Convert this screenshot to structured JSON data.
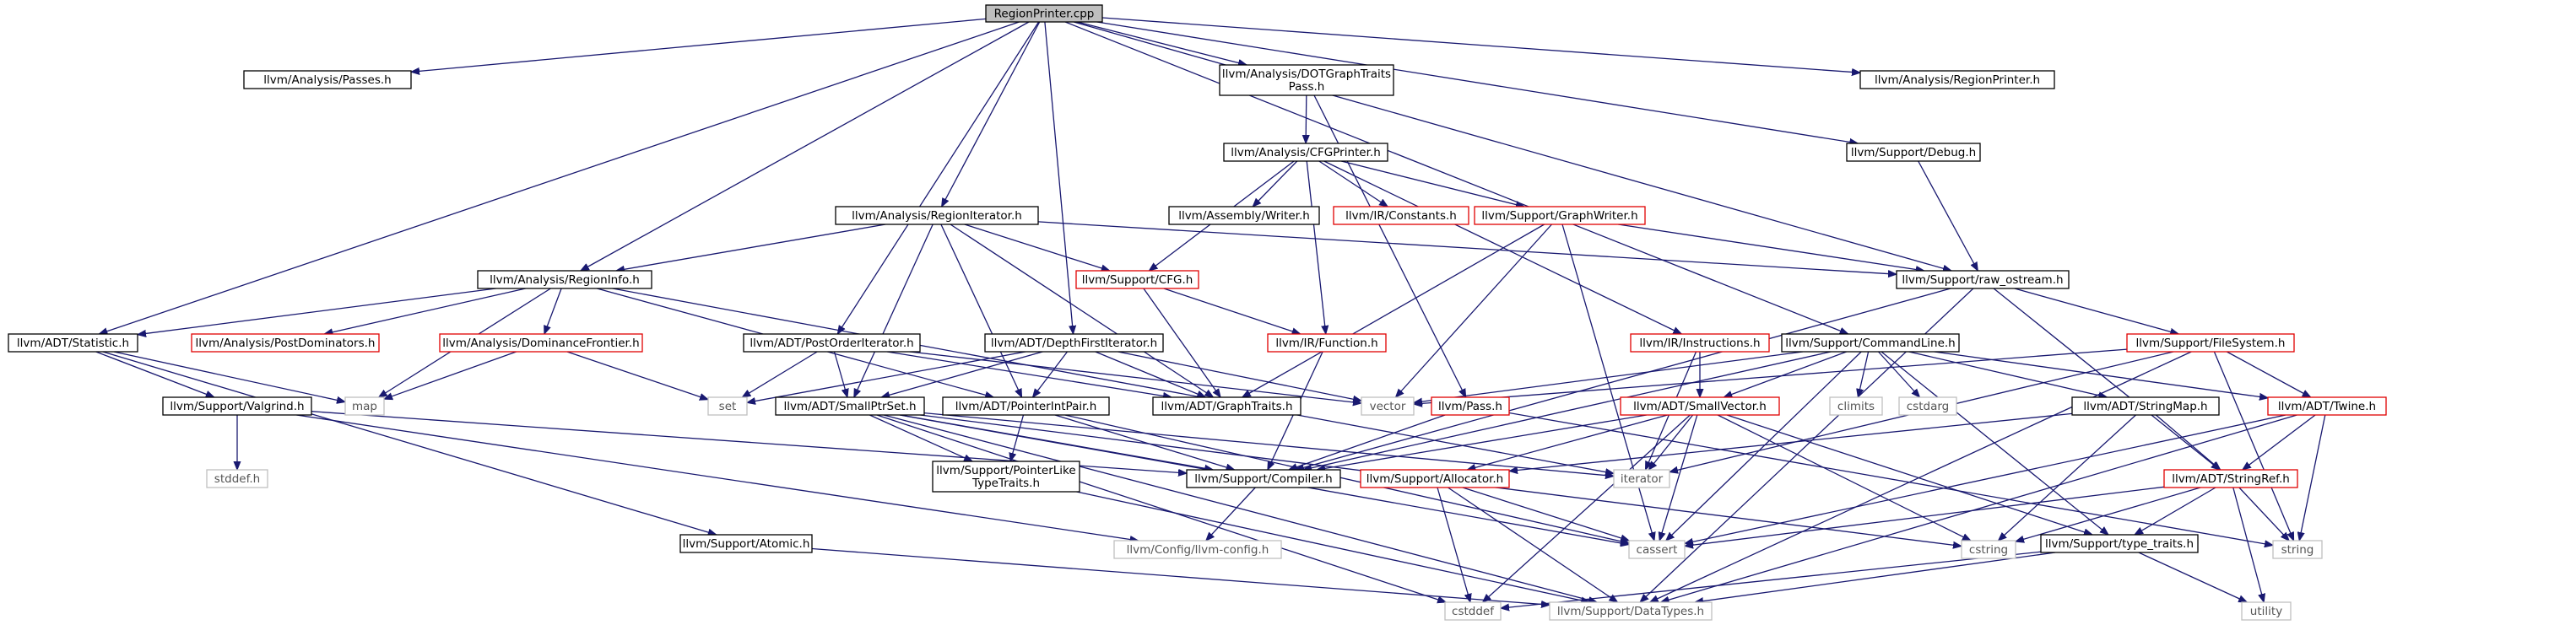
{
  "colors": {
    "edge": "#191970",
    "border_documented": "#000000",
    "border_undocumented": "#e00000",
    "border_external": "#bfbfbf",
    "root_fill": "#bfbfbf"
  },
  "nodes": [
    {
      "id": "root",
      "lines": [
        "RegionPrinter.cpp"
      ],
      "style": "root"
    },
    {
      "id": "passes",
      "lines": [
        "llvm/Analysis/Passes.h"
      ],
      "style": "black"
    },
    {
      "id": "dotgt",
      "lines": [
        "llvm/Analysis/DOTGraphTraits",
        "Pass.h"
      ],
      "style": "black"
    },
    {
      "id": "rprinter",
      "lines": [
        "llvm/Analysis/RegionPrinter.h"
      ],
      "style": "black"
    },
    {
      "id": "cfgprinter",
      "lines": [
        "llvm/Analysis/CFGPrinter.h"
      ],
      "style": "black"
    },
    {
      "id": "debug",
      "lines": [
        "llvm/Support/Debug.h"
      ],
      "style": "black"
    },
    {
      "id": "asmwriter",
      "lines": [
        "llvm/Assembly/Writer.h"
      ],
      "style": "black"
    },
    {
      "id": "constants",
      "lines": [
        "llvm/IR/Constants.h"
      ],
      "style": "red"
    },
    {
      "id": "graphwriter",
      "lines": [
        "llvm/Support/GraphWriter.h"
      ],
      "style": "red"
    },
    {
      "id": "regioniter",
      "lines": [
        "llvm/Analysis/RegionIterator.h"
      ],
      "style": "black"
    },
    {
      "id": "cfg",
      "lines": [
        "llvm/Support/CFG.h"
      ],
      "style": "red"
    },
    {
      "id": "rawostream",
      "lines": [
        "llvm/Support/raw_ostream.h"
      ],
      "style": "black"
    },
    {
      "id": "regioninfo",
      "lines": [
        "llvm/Analysis/RegionInfo.h"
      ],
      "style": "black"
    },
    {
      "id": "function",
      "lines": [
        "llvm/IR/Function.h"
      ],
      "style": "red"
    },
    {
      "id": "statistic",
      "lines": [
        "llvm/ADT/Statistic.h"
      ],
      "style": "black"
    },
    {
      "id": "postdom",
      "lines": [
        "llvm/Analysis/PostDominators.h"
      ],
      "style": "red"
    },
    {
      "id": "domfrontier",
      "lines": [
        "llvm/Analysis/DominanceFrontier.h"
      ],
      "style": "red"
    },
    {
      "id": "poiter",
      "lines": [
        "llvm/ADT/PostOrderIterator.h"
      ],
      "style": "black"
    },
    {
      "id": "dfiter",
      "lines": [
        "llvm/ADT/DepthFirstIterator.h"
      ],
      "style": "black"
    },
    {
      "id": "instructions",
      "lines": [
        "llvm/IR/Instructions.h"
      ],
      "style": "red"
    },
    {
      "id": "cmdline",
      "lines": [
        "llvm/Support/CommandLine.h"
      ],
      "style": "black"
    },
    {
      "id": "filesystem",
      "lines": [
        "llvm/Support/FileSystem.h"
      ],
      "style": "red"
    },
    {
      "id": "map",
      "lines": [
        "map"
      ],
      "style": "gray"
    },
    {
      "id": "set",
      "lines": [
        "set"
      ],
      "style": "gray"
    },
    {
      "id": "smallptrset",
      "lines": [
        "llvm/ADT/SmallPtrSet.h"
      ],
      "style": "black"
    },
    {
      "id": "pointerintpair",
      "lines": [
        "llvm/ADT/PointerIntPair.h"
      ],
      "style": "black"
    },
    {
      "id": "graphtraits",
      "lines": [
        "llvm/ADT/GraphTraits.h"
      ],
      "style": "black"
    },
    {
      "id": "vector",
      "lines": [
        "vector"
      ],
      "style": "gray"
    },
    {
      "id": "pass",
      "lines": [
        "llvm/Pass.h"
      ],
      "style": "red"
    },
    {
      "id": "smallvector",
      "lines": [
        "llvm/ADT/SmallVector.h"
      ],
      "style": "red"
    },
    {
      "id": "climits",
      "lines": [
        "climits"
      ],
      "style": "gray"
    },
    {
      "id": "cstdarg",
      "lines": [
        "cstdarg"
      ],
      "style": "gray"
    },
    {
      "id": "stringmap",
      "lines": [
        "llvm/ADT/StringMap.h"
      ],
      "style": "black"
    },
    {
      "id": "twine",
      "lines": [
        "llvm/ADT/Twine.h"
      ],
      "style": "red"
    },
    {
      "id": "valgrind",
      "lines": [
        "llvm/Support/Valgrind.h"
      ],
      "style": "black"
    },
    {
      "id": "stddef",
      "lines": [
        "stddef.h"
      ],
      "style": "gray"
    },
    {
      "id": "compiler",
      "lines": [
        "llvm/Support/Compiler.h"
      ],
      "style": "black"
    },
    {
      "id": "ptrliketraits",
      "lines": [
        "llvm/Support/PointerLike",
        "TypeTraits.h"
      ],
      "style": "black"
    },
    {
      "id": "allocator",
      "lines": [
        "llvm/Support/Allocator.h"
      ],
      "style": "red"
    },
    {
      "id": "iterator",
      "lines": [
        "iterator"
      ],
      "style": "gray"
    },
    {
      "id": "stringref",
      "lines": [
        "llvm/ADT/StringRef.h"
      ],
      "style": "red"
    },
    {
      "id": "atomic",
      "lines": [
        "llvm/Support/Atomic.h"
      ],
      "style": "black"
    },
    {
      "id": "llvmconfig",
      "lines": [
        "llvm/Config/llvm-config.h"
      ],
      "style": "gray"
    },
    {
      "id": "cassert",
      "lines": [
        "cassert"
      ],
      "style": "gray"
    },
    {
      "id": "cstring",
      "lines": [
        "cstring"
      ],
      "style": "gray"
    },
    {
      "id": "typetraits",
      "lines": [
        "llvm/Support/type_traits.h"
      ],
      "style": "black"
    },
    {
      "id": "string",
      "lines": [
        "string"
      ],
      "style": "gray"
    },
    {
      "id": "cstddef",
      "lines": [
        "cstddef"
      ],
      "style": "gray"
    },
    {
      "id": "datatypes",
      "lines": [
        "llvm/Support/DataTypes.h"
      ],
      "style": "gray"
    },
    {
      "id": "utility",
      "lines": [
        "utility"
      ],
      "style": "gray"
    }
  ],
  "edges": [
    [
      "root",
      "passes"
    ],
    [
      "root",
      "dotgt"
    ],
    [
      "root",
      "rprinter"
    ],
    [
      "root",
      "debug"
    ],
    [
      "root",
      "regioniter"
    ],
    [
      "root",
      "regioninfo"
    ],
    [
      "root",
      "statistic"
    ],
    [
      "root",
      "poiter"
    ],
    [
      "root",
      "dfiter"
    ],
    [
      "root",
      "cmdline"
    ],
    [
      "root",
      "rawostream"
    ],
    [
      "dotgt",
      "cfgprinter"
    ],
    [
      "dotgt",
      "pass"
    ],
    [
      "cfgprinter",
      "asmwriter"
    ],
    [
      "cfgprinter",
      "constants"
    ],
    [
      "cfgprinter",
      "graphwriter"
    ],
    [
      "cfgprinter",
      "cfg"
    ],
    [
      "cfgprinter",
      "function"
    ],
    [
      "cfgprinter",
      "instructions"
    ],
    [
      "debug",
      "rawostream"
    ],
    [
      "regioniter",
      "regioninfo"
    ],
    [
      "regioniter",
      "cfg"
    ],
    [
      "regioniter",
      "graphtraits"
    ],
    [
      "regioniter",
      "smallptrset"
    ],
    [
      "regioniter",
      "pointerintpair"
    ],
    [
      "regioniter",
      "rawostream"
    ],
    [
      "graphwriter",
      "rawostream"
    ],
    [
      "graphwriter",
      "graphtraits"
    ],
    [
      "graphwriter",
      "vector"
    ],
    [
      "graphwriter",
      "cassert"
    ],
    [
      "cfg",
      "function"
    ],
    [
      "cfg",
      "graphtraits"
    ],
    [
      "rawostream",
      "filesystem"
    ],
    [
      "rawostream",
      "compiler"
    ],
    [
      "rawostream",
      "stringref"
    ],
    [
      "rawostream",
      "datatypes"
    ],
    [
      "regioninfo",
      "postdom"
    ],
    [
      "regioninfo",
      "domfrontier"
    ],
    [
      "regioninfo",
      "pointerintpair"
    ],
    [
      "regioninfo",
      "map"
    ],
    [
      "regioninfo",
      "iterator"
    ],
    [
      "regioninfo",
      "statistic"
    ],
    [
      "function",
      "compiler"
    ],
    [
      "statistic",
      "valgrind"
    ],
    [
      "statistic",
      "atomic"
    ],
    [
      "statistic",
      "map"
    ],
    [
      "domfrontier",
      "map"
    ],
    [
      "domfrontier",
      "set"
    ],
    [
      "poiter",
      "graphtraits"
    ],
    [
      "poiter",
      "smallptrset"
    ],
    [
      "poiter",
      "set"
    ],
    [
      "poiter",
      "vector"
    ],
    [
      "dfiter",
      "graphtraits"
    ],
    [
      "dfiter",
      "pointerintpair"
    ],
    [
      "dfiter",
      "smallptrset"
    ],
    [
      "dfiter",
      "set"
    ],
    [
      "dfiter",
      "vector"
    ],
    [
      "instructions",
      "smallvector"
    ],
    [
      "instructions",
      "iterator"
    ],
    [
      "cmdline",
      "smallvector"
    ],
    [
      "cmdline",
      "twine"
    ],
    [
      "cmdline",
      "stringmap"
    ],
    [
      "cmdline",
      "climits"
    ],
    [
      "cmdline",
      "cstdarg"
    ],
    [
      "cmdline",
      "vector"
    ],
    [
      "cmdline",
      "compiler"
    ],
    [
      "cmdline",
      "cassert"
    ],
    [
      "cmdline",
      "typetraits"
    ],
    [
      "filesystem",
      "twine"
    ],
    [
      "filesystem",
      "vector"
    ],
    [
      "filesystem",
      "iterator"
    ],
    [
      "filesystem",
      "string"
    ],
    [
      "filesystem",
      "datatypes"
    ],
    [
      "smallptrset",
      "compiler"
    ],
    [
      "smallptrset",
      "ptrliketraits"
    ],
    [
      "smallptrset",
      "datatypes"
    ],
    [
      "smallptrset",
      "cassert"
    ],
    [
      "smallptrset",
      "cstddef"
    ],
    [
      "smallptrset",
      "cstring"
    ],
    [
      "smallptrset",
      "iterator"
    ],
    [
      "pointerintpair",
      "compiler"
    ],
    [
      "pointerintpair",
      "ptrliketraits"
    ],
    [
      "pointerintpair",
      "cassert"
    ],
    [
      "pass",
      "compiler"
    ],
    [
      "pass",
      "string"
    ],
    [
      "smallvector",
      "allocator"
    ],
    [
      "smallvector",
      "typetraits"
    ],
    [
      "smallvector",
      "cassert"
    ],
    [
      "smallvector",
      "cstddef"
    ],
    [
      "smallvector",
      "cstring"
    ],
    [
      "smallvector",
      "iterator"
    ],
    [
      "smallvector",
      "compiler"
    ],
    [
      "stringmap",
      "stringref"
    ],
    [
      "stringmap",
      "allocator"
    ],
    [
      "stringmap",
      "cstring"
    ],
    [
      "twine",
      "stringref"
    ],
    [
      "twine",
      "datatypes"
    ],
    [
      "twine",
      "cassert"
    ],
    [
      "twine",
      "string"
    ],
    [
      "valgrind",
      "compiler"
    ],
    [
      "valgrind",
      "llvmconfig"
    ],
    [
      "valgrind",
      "stddef"
    ],
    [
      "compiler",
      "llvmconfig"
    ],
    [
      "ptrliketraits",
      "datatypes"
    ],
    [
      "allocator",
      "cassert"
    ],
    [
      "allocator",
      "cstddef"
    ],
    [
      "allocator",
      "datatypes"
    ],
    [
      "stringref",
      "typetraits"
    ],
    [
      "stringref",
      "cassert"
    ],
    [
      "stringref",
      "cstring"
    ],
    [
      "stringref",
      "string"
    ],
    [
      "stringref",
      "utility"
    ],
    [
      "atomic",
      "datatypes"
    ],
    [
      "typetraits",
      "datatypes"
    ],
    [
      "typetraits",
      "cstddef"
    ],
    [
      "typetraits",
      "utility"
    ]
  ]
}
